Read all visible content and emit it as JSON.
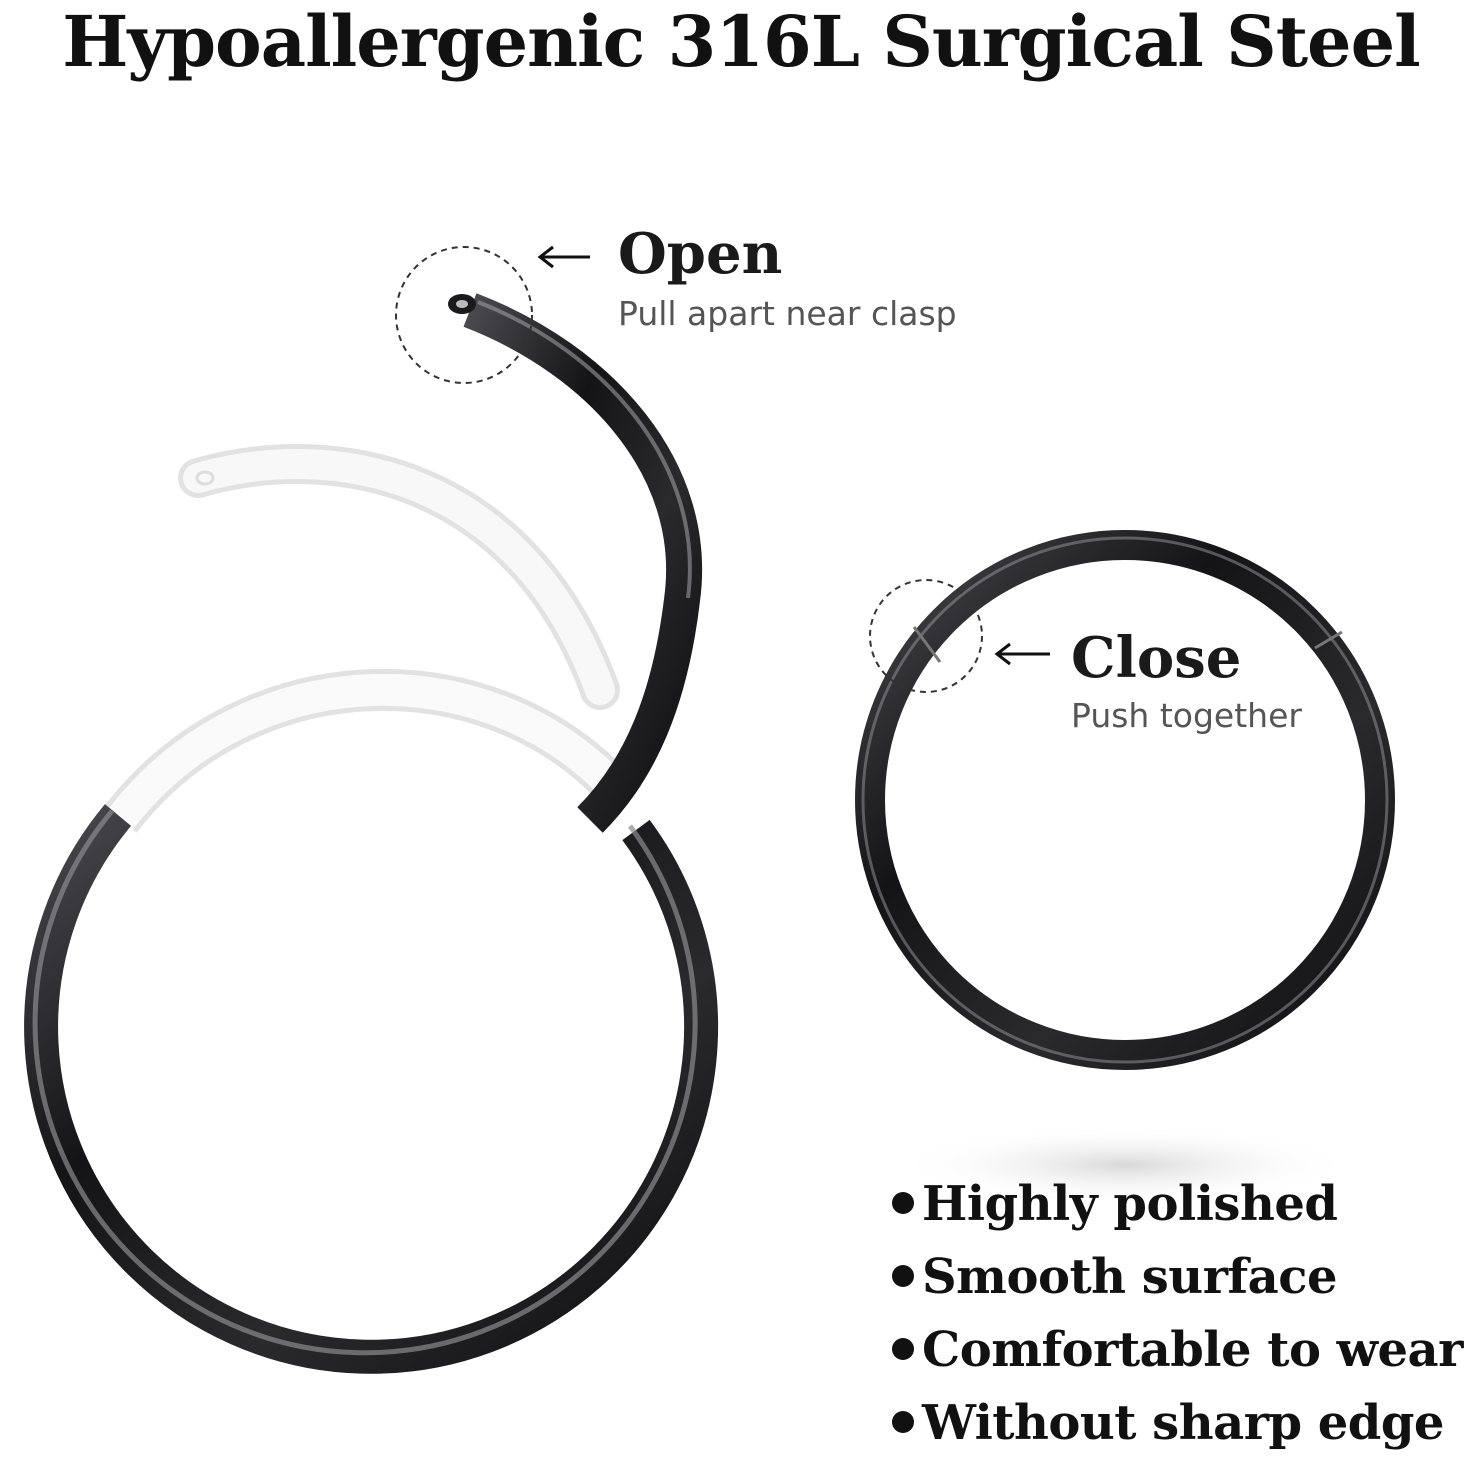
{
  "headline": "Hypoallergenic 316L Surgical Steel",
  "open_callout": {
    "title": "Open",
    "subtitle": "Pull apart near clasp"
  },
  "close_callout": {
    "title": "Close",
    "subtitle": "Push together"
  },
  "features": [
    "Highly polished",
    "Smooth surface",
    "Comfortable to wear",
    "Without sharp edge"
  ],
  "colors": {
    "ring_metal": "#1c1c1e",
    "ring_highlight": "#9a9aa0",
    "ghost_ring": "#f2f2f2",
    "text": "#111111",
    "subtext": "#555555"
  },
  "icons": {
    "open_arrow": "arrow-left-icon",
    "close_arrow": "arrow-left-icon",
    "bullet": "bullet-dot-icon"
  }
}
